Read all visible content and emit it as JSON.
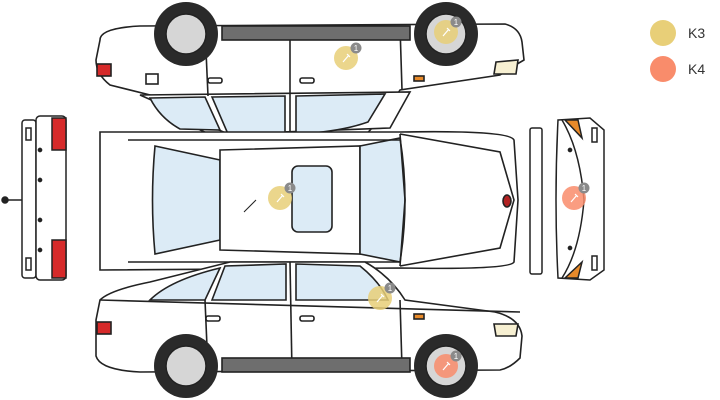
{
  "legend": [
    {
      "label": "K3",
      "color": "#e8cf78"
    },
    {
      "label": "K4",
      "color": "#f98c6b"
    }
  ],
  "markers": [
    {
      "code": "K3",
      "count": "1"
    },
    {
      "code": "K3",
      "count": "1"
    },
    {
      "code": "K3",
      "count": "1"
    },
    {
      "code": "K3",
      "count": "1"
    },
    {
      "code": "K4",
      "count": "1"
    },
    {
      "code": "K4",
      "count": "1"
    }
  ],
  "colors": {
    "outline": "#222222",
    "glass": "#dcebf6",
    "tire": "#2a2a2a",
    "hub": "#d6d6d6",
    "trim": "#6e6e6e",
    "tail_light": "#d62a2a",
    "indicator": "#e88a2a",
    "badge": "#8a8a8a"
  }
}
